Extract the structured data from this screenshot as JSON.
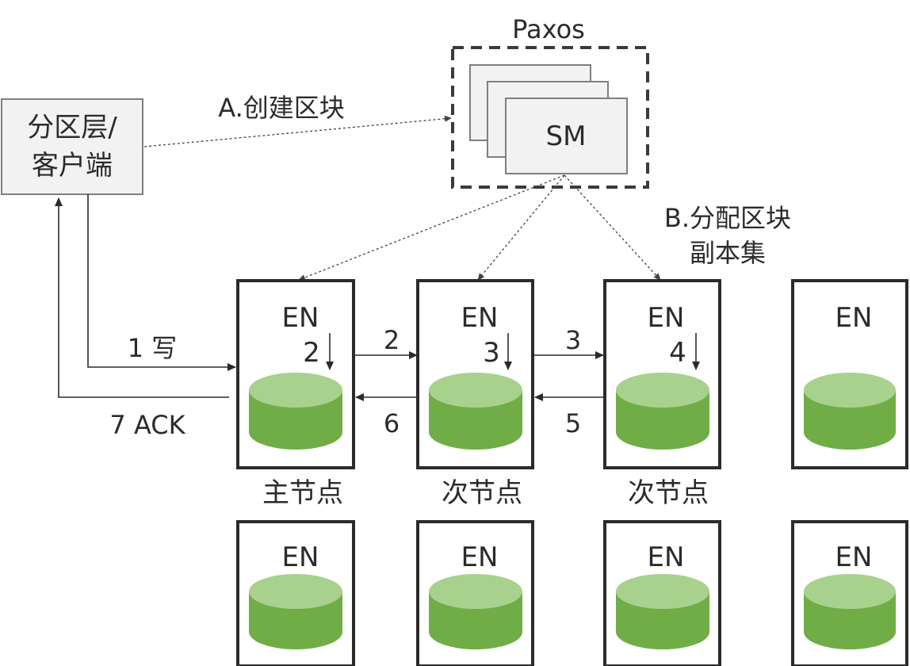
{
  "client": {
    "line1": "分区层/",
    "line2": "客户端"
  },
  "paxos": {
    "title": "Paxos",
    "sm": "SM"
  },
  "labels": {
    "create": "A.创建区块",
    "assign_line1": "B.分配区块",
    "assign_line2": "副本集",
    "write": "1 写",
    "ack": "7 ACK"
  },
  "node_label": "EN",
  "steps": {
    "s2a": "2",
    "s3a": "3",
    "s4a": "4",
    "s2": "2",
    "s3": "3",
    "s6": "6",
    "s5": "5"
  },
  "roles": {
    "primary": "主节点",
    "secondary1": "次节点",
    "secondary2": "次节点"
  },
  "colors": {
    "cyl_top": "#a9d18e",
    "cyl_body": "#70ad47",
    "node_border": "#2b2b2b",
    "box_fill": "#f2f2f2"
  }
}
